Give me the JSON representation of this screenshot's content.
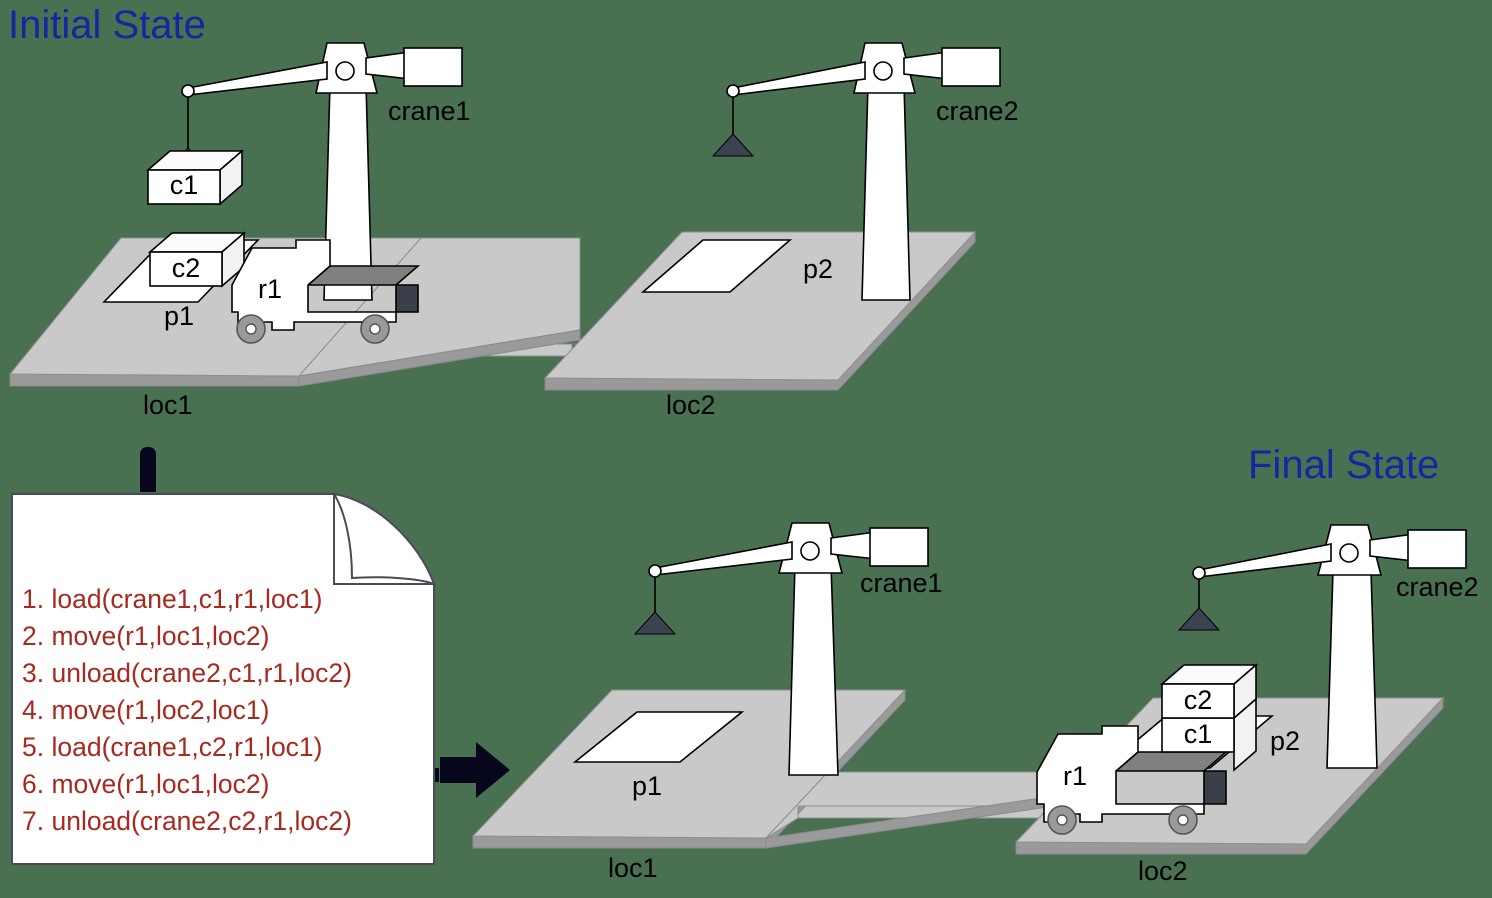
{
  "background_color": "#4a7052",
  "titles": {
    "initial": "Initial State",
    "final": "Final State",
    "color": "#17259e"
  },
  "plan": {
    "text_color": "#a8291f",
    "steps": [
      "1. load(crane1,c1,r1,loc1)",
      "2. move(r1,loc1,loc2)",
      "3. unload(crane2,c1,r1,loc2)",
      "4. move(r1,loc2,loc1)",
      "5. load(crane1,c2,r1,loc1)",
      "6. move(r1,loc1,loc2)",
      "7. unload(crane2,c2,r1,loc2)"
    ]
  },
  "initial_state": {
    "locations": [
      {
        "label": "loc1",
        "pallet": "p1",
        "crane": "crane1"
      },
      {
        "label": "loc2",
        "pallet": "p2",
        "crane": "crane2"
      }
    ],
    "robot": "r1",
    "containers": [
      {
        "label": "c1",
        "where": "held-by-crane1"
      },
      {
        "label": "c2",
        "where": "on-pallet-p1"
      }
    ]
  },
  "final_state": {
    "locations": [
      {
        "label": "loc1",
        "pallet": "p1",
        "crane": "crane1"
      },
      {
        "label": "loc2",
        "pallet": "p2",
        "crane": "crane2"
      }
    ],
    "robot": "r1",
    "containers": [
      {
        "label": "c1",
        "where": "on-robot-r1-bottom"
      },
      {
        "label": "c2",
        "where": "on-robot-r1-top"
      }
    ]
  },
  "icons": {
    "arrow": "right-arrow-icon",
    "clip": "document-clip-icon",
    "hook": "crane-hook-icon",
    "pulley": "crane-pulley-icon"
  }
}
